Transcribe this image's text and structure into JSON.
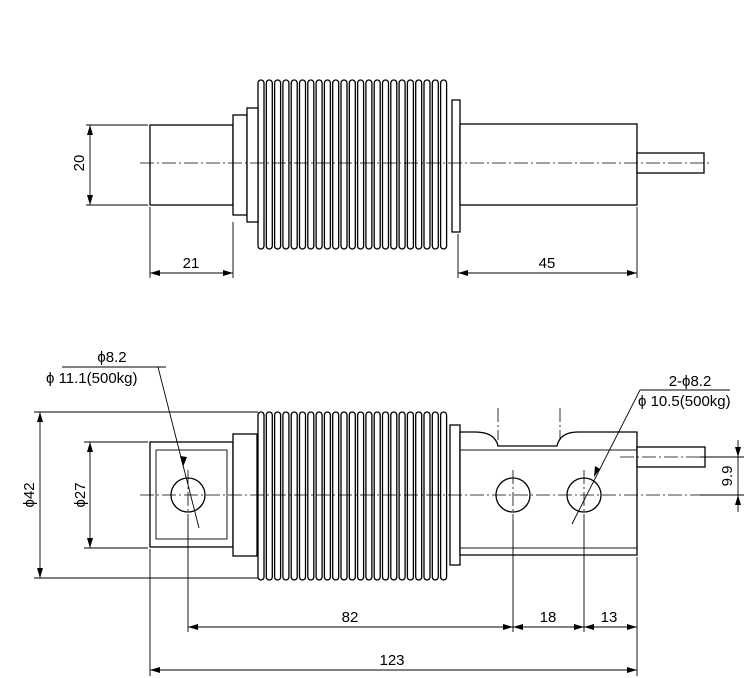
{
  "top_view": {
    "dims": {
      "height": "20",
      "left_length": "21",
      "right_length": "45"
    }
  },
  "bottom_view": {
    "dims": {
      "outer_diameter": "ϕ42",
      "inner_diameter": "ϕ27",
      "pin_offset": "9.9",
      "hole_to_hole_82": "82",
      "hole_spacing_18": "18",
      "end_offset_13": "13",
      "overall_123": "123"
    },
    "callouts": {
      "left_hole_line1": "ϕ8.2",
      "left_hole_line2": "ϕ 11.1(500kg)",
      "right_holes_line1": "2-ϕ8.2",
      "right_holes_line2": "ϕ 10.5(500kg)"
    }
  }
}
